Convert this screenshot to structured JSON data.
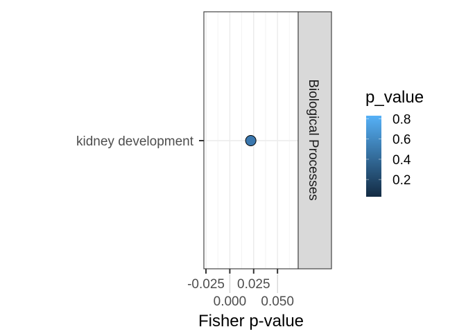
{
  "chart_data": {
    "type": "scatter",
    "title": "",
    "xlabel": "Fisher p-value",
    "ylabel": "",
    "xlim": [
      -0.0272,
      0.0717
    ],
    "x_ticks": [
      -0.025,
      0.0,
      0.025,
      0.05
    ],
    "x_tick_labels": [
      "-0.025",
      "0.000",
      "0.025",
      "0.050"
    ],
    "categories": [
      "kidney development"
    ],
    "facet_label": "Biological Processes",
    "grid": true,
    "points": [
      {
        "category": "kidney development",
        "x": 0.022,
        "p_value": 0.47,
        "color": "#3A77AE"
      }
    ],
    "legend": {
      "title": "p_value",
      "placement": "right",
      "range": [
        0.03,
        0.83
      ],
      "ticks": [
        0.8,
        0.6,
        0.4,
        0.2
      ],
      "tick_labels": [
        "0.8",
        "0.6",
        "0.4",
        "0.2"
      ],
      "low_color": "#132B43",
      "high_color": "#56B1F7"
    }
  }
}
